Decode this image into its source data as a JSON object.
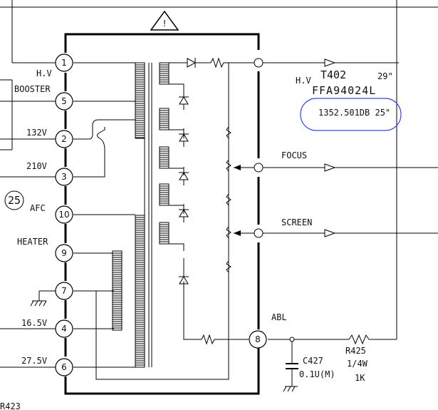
{
  "transformer": {
    "ref": "T402",
    "part_number": "FFA94024L",
    "size_note": "29\"",
    "hv_label": "H.V",
    "highlight_note": "1352.501DB 25\"",
    "circled_number": "25",
    "warning_symbol": "!"
  },
  "pins": [
    {
      "number": "1",
      "label": "H.V"
    },
    {
      "number": "5",
      "label": "BOOSTER"
    },
    {
      "number": "2",
      "label": "132V"
    },
    {
      "number": "3",
      "label": "210V"
    },
    {
      "number": "10",
      "label": "AFC"
    },
    {
      "number": "9",
      "label": "HEATER"
    },
    {
      "number": "7",
      "label": ""
    },
    {
      "number": "4",
      "label": "16.5V"
    },
    {
      "number": "6",
      "label": "27.5V"
    },
    {
      "number": "8",
      "label": "ABL"
    }
  ],
  "outputs": {
    "focus": "FOCUS",
    "screen": "SCREEN"
  },
  "components": {
    "capacitor": {
      "ref": "C427",
      "value": "0.1U(M)"
    },
    "resistor": {
      "ref": "R425",
      "power": "1/4W",
      "value": "1K"
    }
  },
  "corner_text": "R423",
  "colors": {
    "highlight": "#3b4bd8",
    "ink": "#000000"
  }
}
